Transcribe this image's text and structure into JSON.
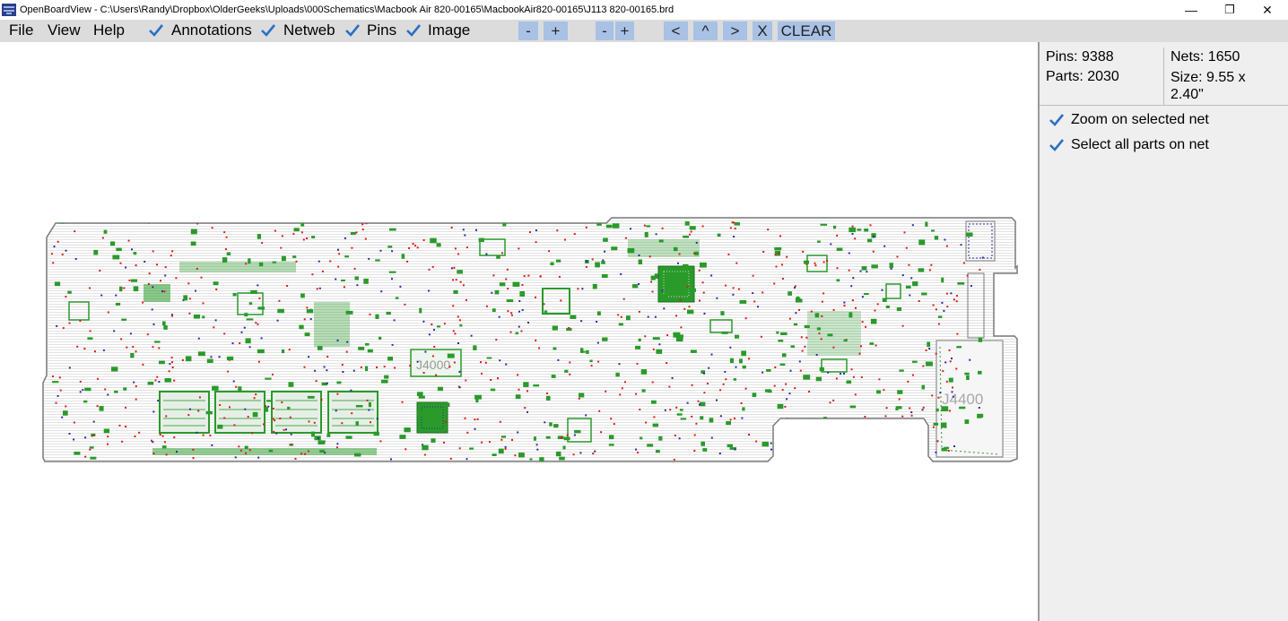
{
  "window": {
    "title": "OpenBoardView - C:\\Users\\Randy\\Dropbox\\OlderGeeks\\Uploads\\000Schematics\\Macbook Air 820-00165\\MacbookAir820-00165\\J113  820-00165.brd",
    "minimize_glyph": "—",
    "maximize_glyph": "❐",
    "close_glyph": "✕"
  },
  "menu": {
    "file": "File",
    "view": "View",
    "help": "Help"
  },
  "toggles": {
    "annotations": {
      "label": "Annotations",
      "checked": true
    },
    "netweb": {
      "label": "Netweb",
      "checked": true
    },
    "pins": {
      "label": "Pins",
      "checked": true
    },
    "image": {
      "label": "Image",
      "checked": true
    }
  },
  "toolbar": {
    "zoom_minus": "-",
    "zoom_plus": "+",
    "size_minus": "-",
    "size_plus": "+",
    "prev": "<",
    "up": "^",
    "next": ">",
    "close": "X",
    "clear": "CLEAR"
  },
  "info": {
    "pins": "Pins: 9388",
    "nets": "Nets: 1650",
    "parts": "Parts: 2030",
    "size": "Size: 9.55 x 2.40\""
  },
  "options": {
    "zoom_on_selected_net": {
      "label": "Zoom on selected net",
      "checked": true
    },
    "select_all_parts_on_net": {
      "label": "Select all parts on net",
      "checked": true
    }
  },
  "board": {
    "labels": {
      "connector_left": "J4000",
      "connector_right": "J4400"
    },
    "colors": {
      "outline": "#7a7a7a",
      "part": "#2a9a2a",
      "pin_net": "#2a2aa8",
      "pin_red": "#e01818",
      "fill_lines": "#e4e4e4"
    }
  },
  "accent_colors": {
    "check": "#2b6fc4",
    "button": "#a8c1e4",
    "menubar": "#dcdcdc"
  }
}
